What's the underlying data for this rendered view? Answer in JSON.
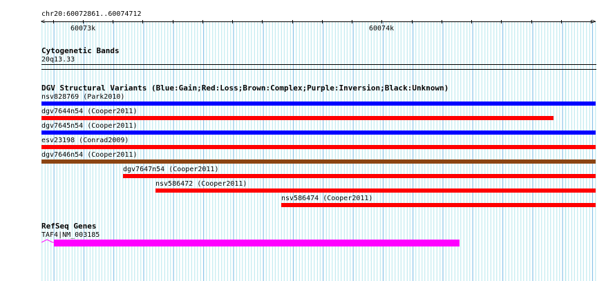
{
  "ruler": {
    "range": "chr20:60072861..60074712",
    "ticks": [
      "60073k",
      "60074k"
    ]
  },
  "cyto": {
    "title": "Cytogenetic Bands",
    "band": "20q13.33"
  },
  "dgv": {
    "title": "DGV Structural Variants (Blue:Gain;Red:Loss;Brown:Complex;Purple:Inversion;Black:Unknown)",
    "features": [
      {
        "label": "nsv828769 (Park2010)",
        "type": "Gain",
        "color": "#0000ff"
      },
      {
        "label": "dgv7644n54 (Cooper2011)",
        "type": "Loss",
        "color": "#ff0000"
      },
      {
        "label": "dgv7645n54 (Cooper2011)",
        "type": "Gain",
        "color": "#0000ff"
      },
      {
        "label": "esv23198 (Conrad2009)",
        "type": "Loss",
        "color": "#ff0000"
      },
      {
        "label": "dgv7646n54 (Cooper2011)",
        "type": "Complex",
        "color": "#8b4513"
      },
      {
        "label": "dgv7647n54 (Cooper2011)",
        "type": "Loss",
        "color": "#ff0000"
      },
      {
        "label": "nsv586472 (Cooper2011)",
        "type": "Loss",
        "color": "#ff0000"
      },
      {
        "label": "nsv586474 (Cooper2011)",
        "type": "Loss",
        "color": "#ff0000"
      }
    ]
  },
  "refseq": {
    "title": "RefSeq Genes",
    "gene": "TAF4|NM_003185",
    "color": "#ff00ff"
  }
}
